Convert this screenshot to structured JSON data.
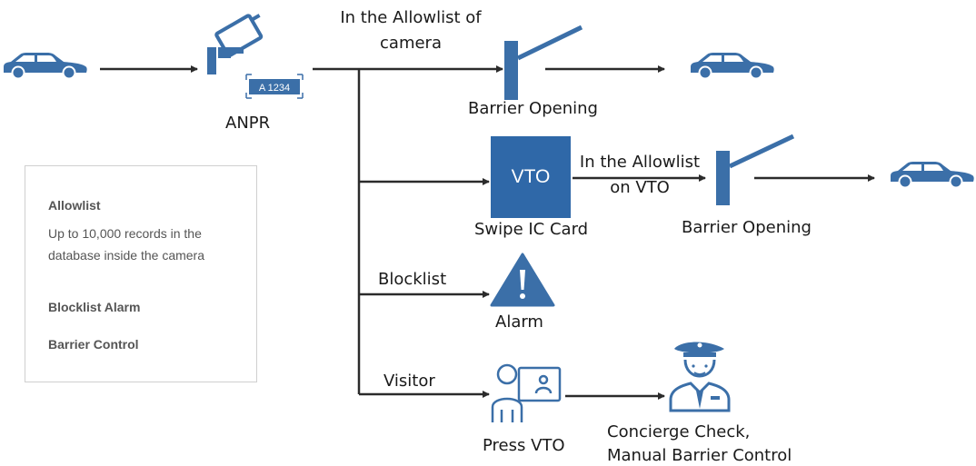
{
  "labels": {
    "allowlist_camera_line1": "In the Allowlist of",
    "allowlist_camera_line2": "camera",
    "anpr": "ANPR",
    "plate": "A 1234",
    "barrier_opening_1": "Barrier Opening",
    "vto": "VTO",
    "allowlist_vto_line1": "In the Allowlist",
    "allowlist_vto_line2": "on VTO",
    "swipe_ic_card": "Swipe IC Card",
    "barrier_opening_2": "Barrier Opening",
    "blocklist": "Blocklist",
    "alarm": "Alarm",
    "visitor": "Visitor",
    "press_vto": "Press VTO",
    "concierge_line1": "Concierge Check,",
    "concierge_line2": "Manual Barrier Control"
  },
  "info_box": {
    "allowlist_title": "Allowlist",
    "allowlist_desc_line1": "Up to 10,000 records in the",
    "allowlist_desc_line2": "database inside the camera",
    "blocklist_alarm": "Blocklist Alarm",
    "barrier_control": "Barrier Control"
  },
  "icons": [
    "car-icon",
    "camera-icon",
    "barrier-icon",
    "warning-icon",
    "vto-terminal-icon",
    "guard-icon"
  ],
  "colors": {
    "accent": "#3b6fa8",
    "line": "#2b2b2b"
  }
}
